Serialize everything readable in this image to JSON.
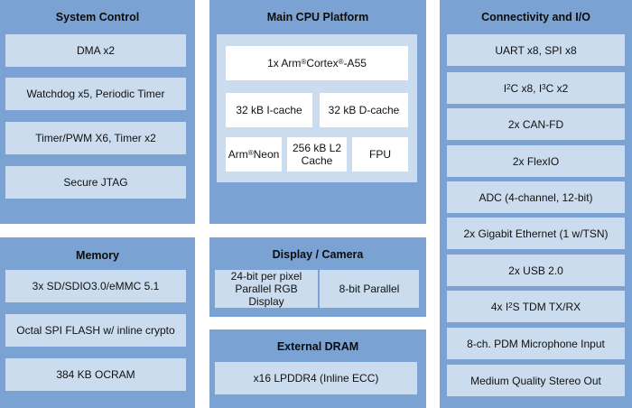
{
  "system_control": {
    "title": "System Control",
    "items": [
      "DMA x2",
      "Watchdog x5, Periodic Timer",
      "Timer/PWM X6, Timer x2",
      "Secure JTAG"
    ]
  },
  "memory": {
    "title": "Memory",
    "items": [
      "3x SD/SDIO3.0/eMMC 5.1",
      "Octal SPI FLASH w/ inline crypto",
      "384 KB OCRAM"
    ]
  },
  "main_cpu": {
    "title": "Main CPU Platform",
    "core": {
      "pre": "1x Arm",
      "sup1": "®",
      "mid": " Cortex",
      "sup2": "®",
      "post": "-A55"
    },
    "icache": "32 kB I-cache",
    "dcache": "32 kB D-cache",
    "neon": {
      "pre": "Arm",
      "sup": "®",
      "post": " Neon"
    },
    "l2": "256 kB L2 Cache",
    "fpu": "FPU"
  },
  "display_camera": {
    "title": "Display / Camera",
    "rgb": "24-bit per pixel Parallel RGB Display",
    "parallel": "8-bit Parallel"
  },
  "external_dram": {
    "title": "External DRAM",
    "item": "x16 LPDDR4 (Inline ECC)"
  },
  "connectivity": {
    "title": "Connectivity and I/O",
    "uart": "UART x8, SPI x8",
    "i2c": {
      "a": "I",
      "sup_a": "2",
      "b": "C x8, I",
      "sup_b": "3",
      "c": "C x2"
    },
    "can": "2x CAN-FD",
    "flexio": "2x FlexIO",
    "adc": "ADC (4-channel, 12-bit)",
    "ethernet": "2x Gigabit Ethernet (1 w/TSN)",
    "usb": "2x USB 2.0",
    "i2s": {
      "a": "4x I",
      "sup": "2",
      "b": "S TDM TX/RX"
    },
    "pdm": "8-ch. PDM Microphone Input",
    "stereo": "Medium Quality Stereo Out"
  }
}
